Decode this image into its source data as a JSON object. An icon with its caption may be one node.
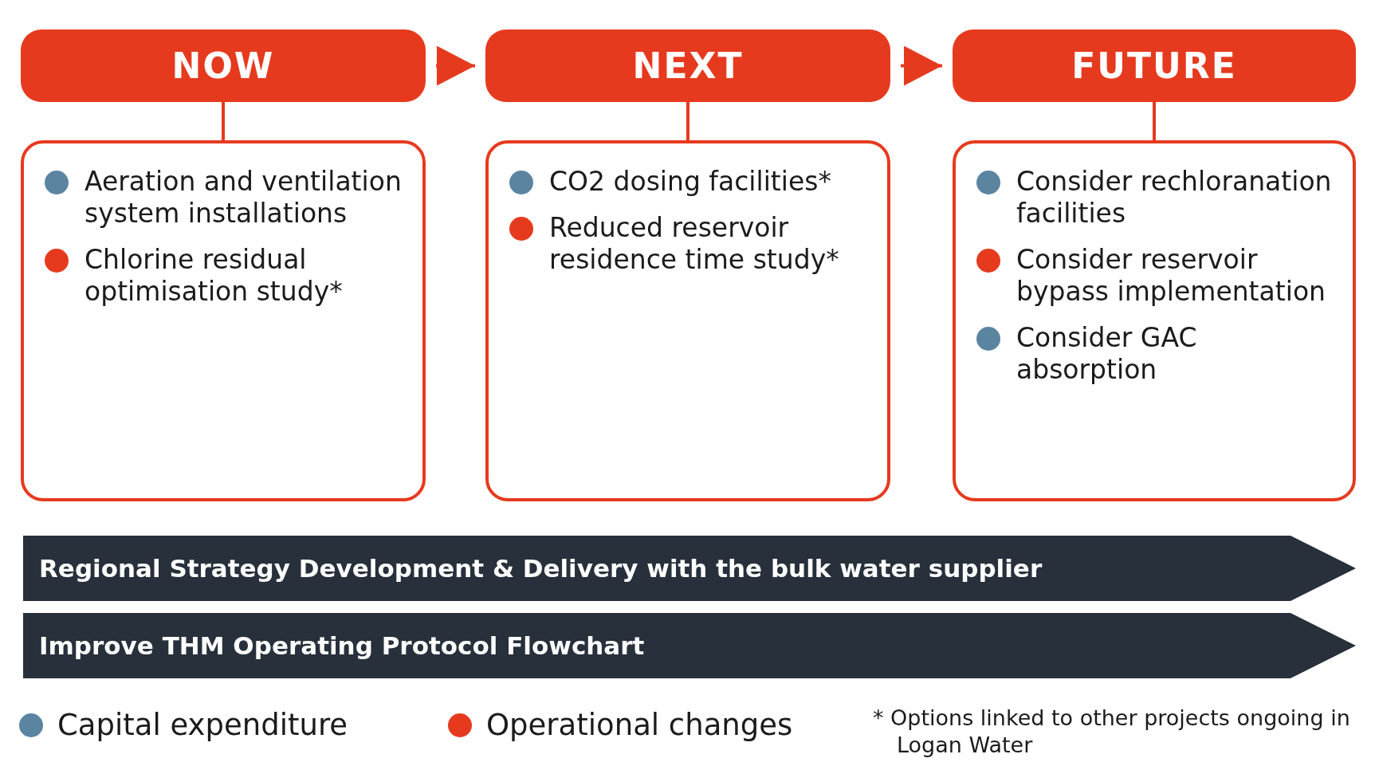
{
  "diagram": {
    "nodes": [
      {
        "text": [
          "NOW"
        ]
      },
      {
        "text": [
          "NEXT"
        ]
      },
      {
        "text": [
          "FUTURE"
        ]
      },
      {
        "text": [
          "Aeration and ventilation system installations",
          "Chlorine residual optimisation study*"
        ]
      },
      {
        "text": [
          "CO2 dosing facilities*",
          "Reduced reservoir residence time study*"
        ]
      },
      {
        "text": [
          "Consider rechloranation facilities",
          "Consider reservoir bypass implementation",
          "Consider GAC absorption"
        ]
      },
      {
        "text": [
          "Regional Strategy Development & Delivery with the bulk water supplier"
        ]
      },
      {
        "text": [
          "Improve THM Operating Protocol Flowchart"
        ]
      }
    ],
    "edges": [
      {
        "from": 0,
        "to": 1,
        "arrow": "to"
      },
      {
        "from": 1,
        "to": 2,
        "arrow": "to"
      },
      {
        "from": 0,
        "to": 3,
        "arrow": "none"
      },
      {
        "from": 1,
        "to": 4,
        "arrow": "none"
      },
      {
        "from": 2,
        "to": 5,
        "arrow": "none"
      }
    ],
    "labels": [
      "* Options linked to other projects ongoing in Logan Water"
    ],
    "legend": [
      {
        "text": "Capital expenditure",
        "color": "#5b84a1"
      },
      {
        "text": "Operational changes",
        "color": "#e63a1f"
      }
    ]
  }
}
